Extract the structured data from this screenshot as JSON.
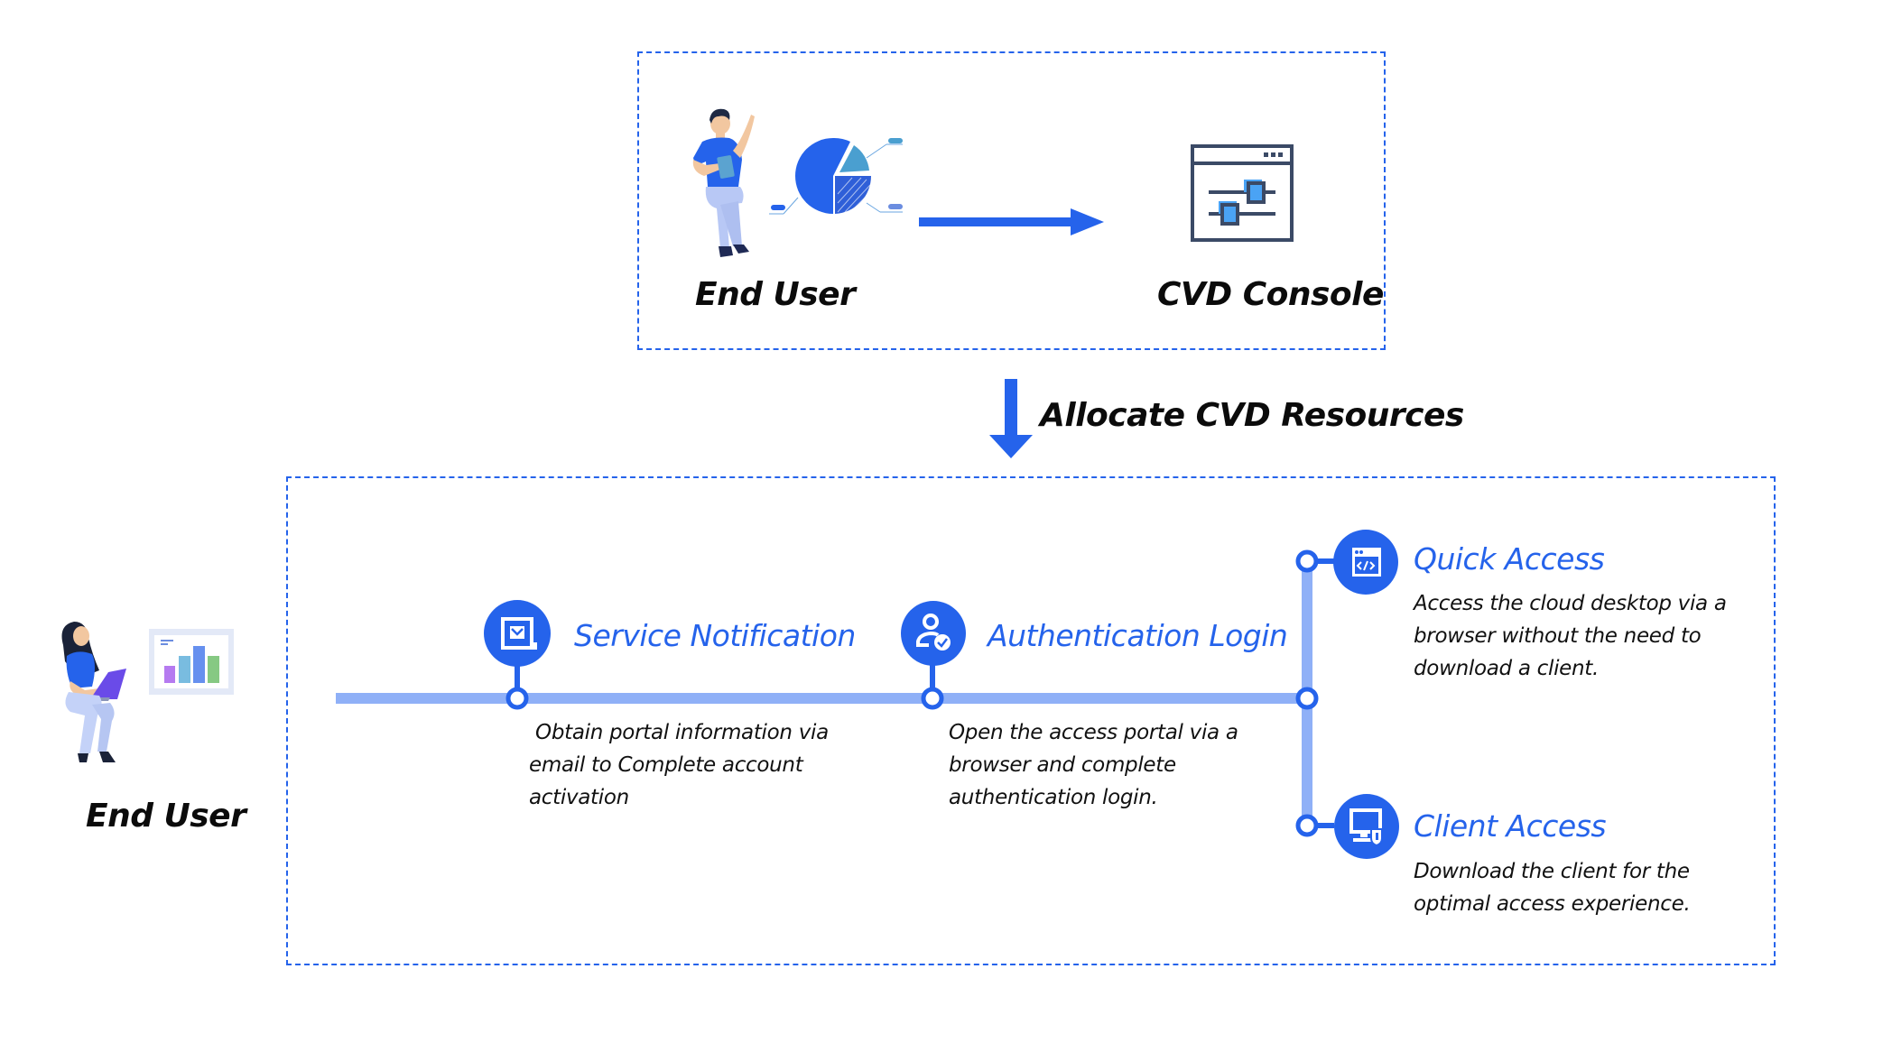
{
  "colors": {
    "accent": "#2563eb",
    "timeline": "#8fb0f7",
    "dash": "#2563eb",
    "icon_dark": "#3b4a66",
    "icon_light": "#4aa3f5",
    "text": "#0b0b0b"
  },
  "top_section": {
    "actor_label": "End User",
    "actor_illustration": "man-presenting-pie-chart-illustration",
    "target_label": "CVD Console",
    "target_icon": "console-sliders-icon",
    "arrow": "arrow-right-icon"
  },
  "transition": {
    "arrow": "arrow-down-icon",
    "label": "Allocate CVD Resources"
  },
  "bottom_section": {
    "actor_label": "End User",
    "actor_illustration": "woman-laptop-bar-chart-illustration",
    "steps": [
      {
        "title": "Service Notification",
        "icon": "mail-notification-icon",
        "description": [
          " Obtain portal information via",
          "email to Complete account",
          "activation"
        ]
      },
      {
        "title": "Authentication Login",
        "icon": "user-check-icon",
        "description": [
          "Open the access portal via a",
          "browser and complete",
          "authentication login."
        ]
      }
    ],
    "branches": [
      {
        "title": "Quick Access",
        "icon": "browser-code-icon",
        "description": [
          "Access the cloud desktop via a",
          "browser without the need to",
          "download a client."
        ]
      },
      {
        "title": "Client Access",
        "icon": "monitor-shield-icon",
        "description": [
          "Download the client for the",
          "optimal access experience."
        ]
      }
    ]
  }
}
